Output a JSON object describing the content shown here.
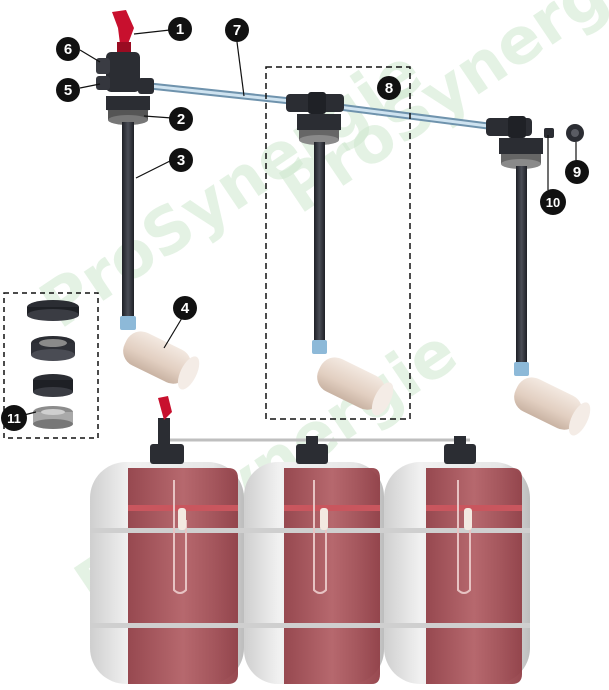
{
  "watermark": {
    "text_1": "ProSynergie",
    "text_2": "ProSynergie",
    "text_3": "ProSynergie"
  },
  "callouts": [
    "1",
    "2",
    "3",
    "4",
    "5",
    "6",
    "7",
    "8",
    "9",
    "10",
    "11"
  ],
  "colors": {
    "valve_handle": "#c8102e",
    "pipe": "#2f3138",
    "tube_blue": "#9fc3dc",
    "float_body": "#e6d5c8",
    "tank_white": "#e8e8e8",
    "liquid": "#a03c45",
    "callout_fill": "#111111"
  }
}
